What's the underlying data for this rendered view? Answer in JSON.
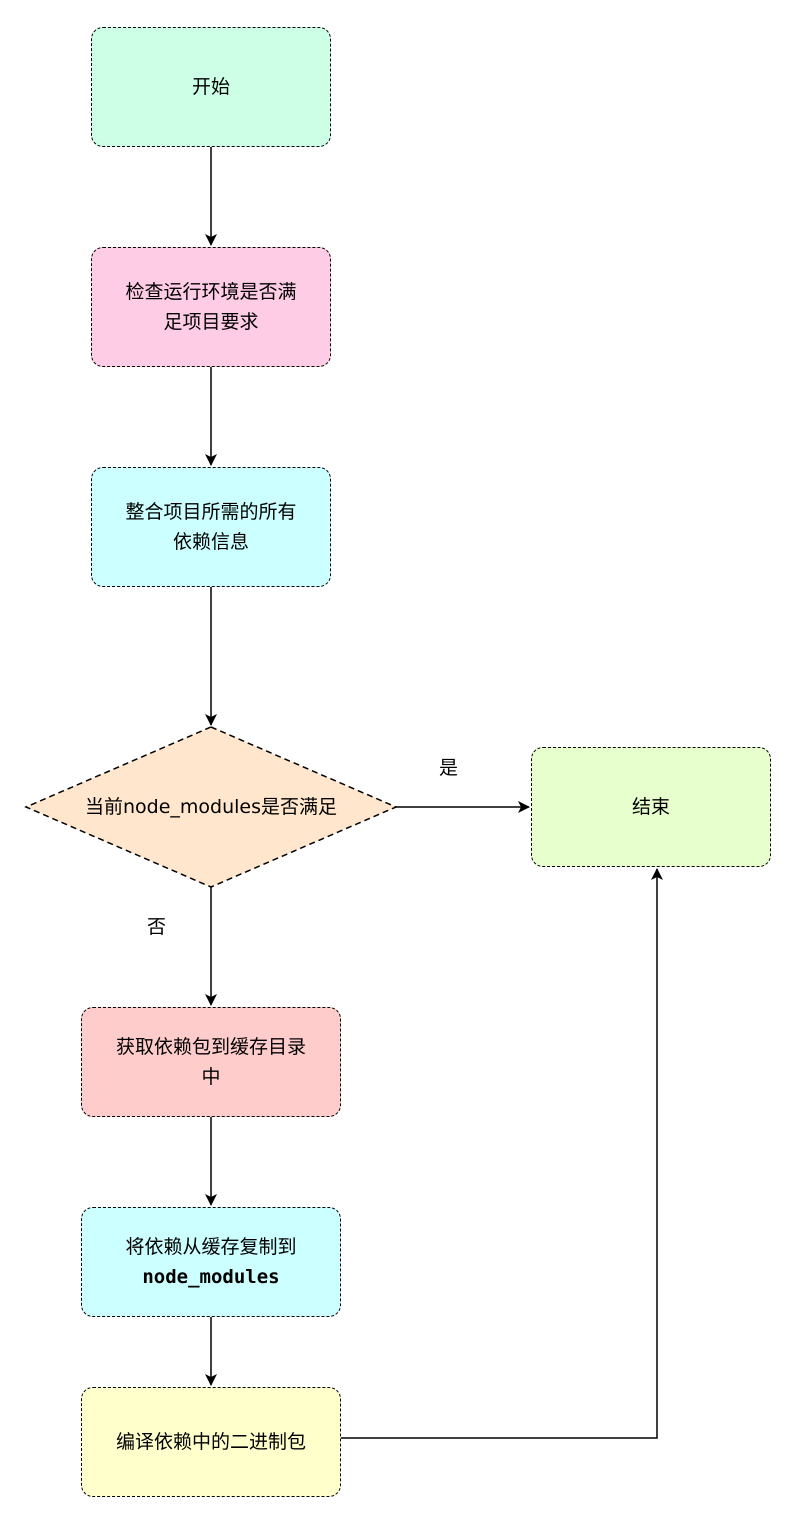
{
  "nodes": {
    "start": {
      "label": "开始",
      "color": "#ccffe6"
    },
    "check_env": {
      "label_line1": "检查运行环境是否满",
      "label_line2": "足项目要求",
      "color": "#ffcce6"
    },
    "collect_deps": {
      "label_line1": "整合项目所需的所有",
      "label_line2": "依赖信息",
      "color": "#ccffff"
    },
    "decision": {
      "label": "当前node_modules是否满足",
      "color": "#ffe6cc"
    },
    "end": {
      "label": "结束",
      "color": "#e6ffcc"
    },
    "fetch_cache": {
      "label_line1": "获取依赖包到缓存目录",
      "label_line2": "中",
      "color": "#ffcccc"
    },
    "copy_modules": {
      "label_line1": "将依赖从缓存复制到",
      "label_line2": "node_modules",
      "color": "#ccffff"
    },
    "compile_binary": {
      "label": "编译依赖中的二进制包",
      "color": "#ffffcc"
    }
  },
  "edges": {
    "yes_label": "是",
    "no_label": "否"
  }
}
